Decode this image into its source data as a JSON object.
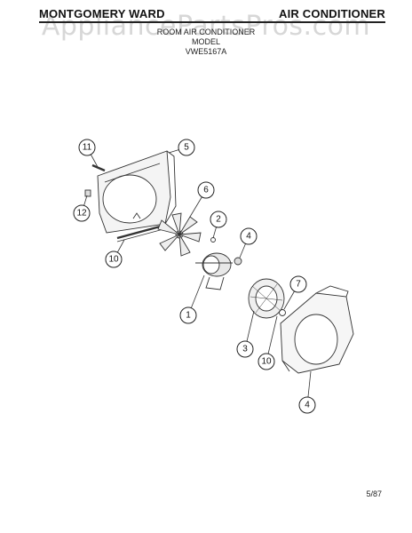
{
  "header": {
    "brand": "MONTGOMERY WARD",
    "category": "AIR CONDITIONER",
    "subtitle_line1": "ROOM AIR CONDITIONER",
    "subtitle_line2": "MODEL",
    "subtitle_line3": "VWE5167A",
    "watermark": "AppliancePartsPros.com"
  },
  "callouts": [
    {
      "id": "c11",
      "label": "11"
    },
    {
      "id": "c5",
      "label": "5"
    },
    {
      "id": "c12",
      "label": "12"
    },
    {
      "id": "c6",
      "label": "6"
    },
    {
      "id": "c2",
      "label": "2"
    },
    {
      "id": "c4a",
      "label": "4"
    },
    {
      "id": "c10a",
      "label": "10"
    },
    {
      "id": "c1",
      "label": "1"
    },
    {
      "id": "c7",
      "label": "7"
    },
    {
      "id": "c3",
      "label": "3"
    },
    {
      "id": "c10b",
      "label": "10"
    },
    {
      "id": "c4b",
      "label": "4"
    }
  ],
  "footer": {
    "date_code": "5/87"
  }
}
